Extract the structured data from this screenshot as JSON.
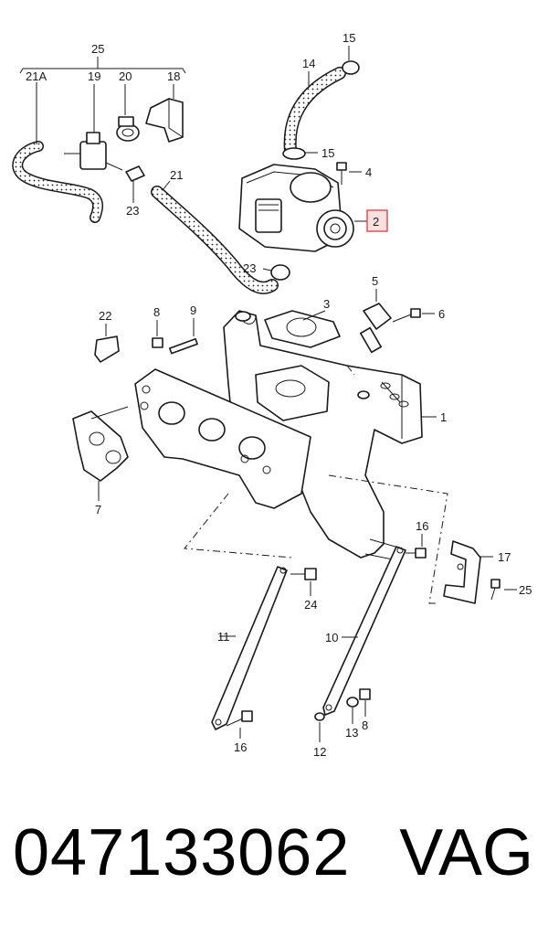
{
  "diagram": {
    "labels": {
      "c1": "1",
      "c2": "2",
      "c3": "3",
      "c4": "4",
      "c5": "5",
      "c6": "6",
      "c7": "7",
      "c8a": "8",
      "c8b": "8",
      "c9": "9",
      "c10": "10",
      "c11": "11",
      "c12": "12",
      "c13": "13",
      "c14": "14",
      "c15a": "15",
      "c15b": "15",
      "c16a": "16",
      "c16b": "16",
      "c17": "17",
      "c18": "18",
      "c19": "19",
      "c20": "20",
      "c21": "21",
      "c21A": "21A",
      "c22": "22",
      "c23a": "23",
      "c23b": "23",
      "c24": "24",
      "c25a": "25",
      "c25b": "25"
    },
    "highlight_color": "#e0474c"
  },
  "footer": {
    "part_number": "047133062",
    "brand": "VAG"
  }
}
